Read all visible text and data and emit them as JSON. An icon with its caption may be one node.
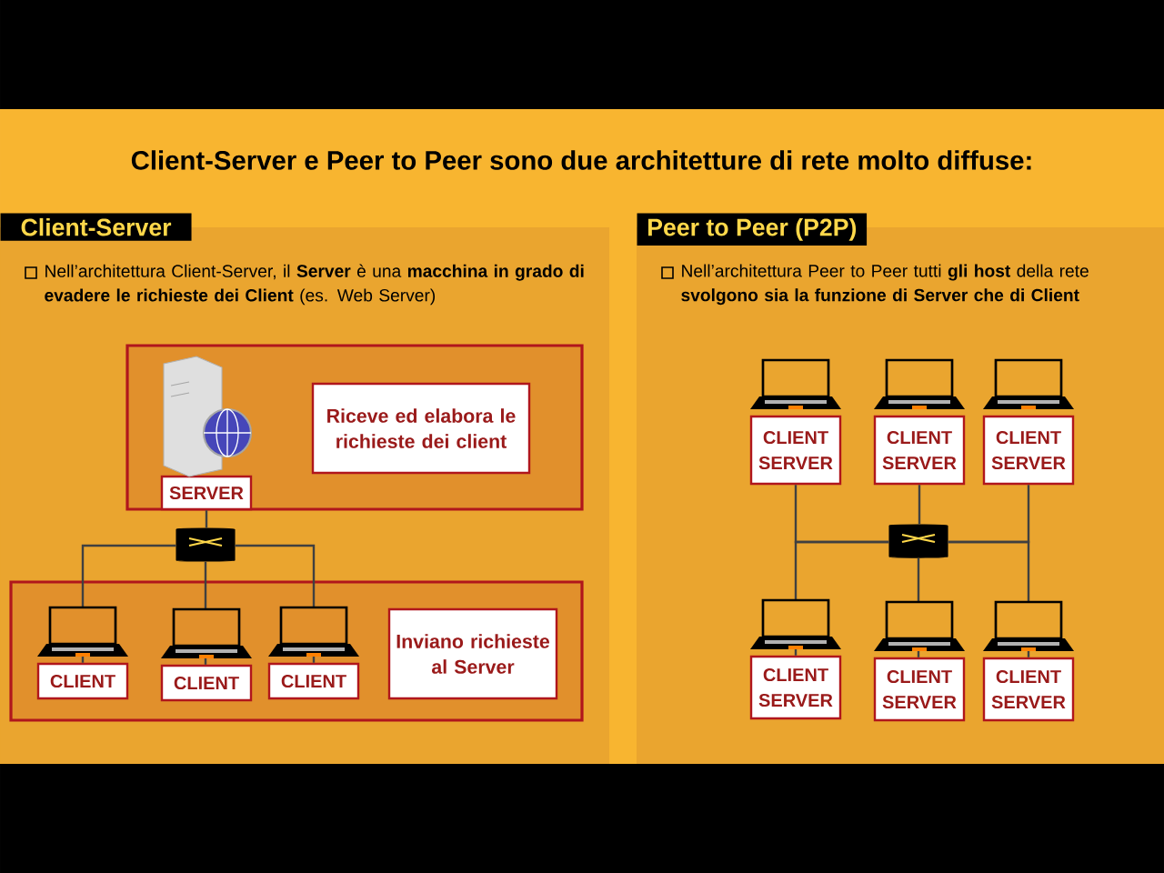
{
  "diagram": {
    "title": "Client-Server e Peer to Peer sono due architetture di rete molto diffuse:",
    "nodes": [
      {
        "text": [
          "Client-Server",
          "Nell’architettura Client-Server, il **Server** è una **macchina in grado di evadere le richieste dei Client** (es. Web Server)"
        ]
      },
      {
        "text": [],
        "shape": "box",
        "in": 0
      },
      {
        "text": [
          "SERVER"
        ],
        "in": 1
      },
      {
        "text": [
          "Riceve ed elabora le richieste dei client"
        ],
        "in": 1
      },
      {
        "text": [],
        "shape": "cylinder",
        "in": 0
      },
      {
        "text": [],
        "shape": "box",
        "in": 0
      },
      {
        "text": [
          "CLIENT"
        ],
        "in": 5
      },
      {
        "text": [
          "CLIENT"
        ],
        "in": 5
      },
      {
        "text": [
          "CLIENT"
        ],
        "in": 5
      },
      {
        "text": [
          "Inviano richieste al Server"
        ],
        "in": 5
      },
      {
        "text": [
          "Peer to Peer (P2P)",
          "Nell’architettura Peer to Peer tutti **gli host** della rete **svolgono sia la funzione di Server che di Client**"
        ]
      },
      {
        "text": [
          "CLIENT SERVER"
        ],
        "in": 10
      },
      {
        "text": [
          "CLIENT SERVER"
        ],
        "in": 10
      },
      {
        "text": [
          "CLIENT SERVER"
        ],
        "in": 10
      },
      {
        "text": [],
        "shape": "cylinder",
        "in": 10
      },
      {
        "text": [
          "CLIENT SERVER"
        ],
        "in": 10
      },
      {
        "text": [
          "CLIENT SERVER"
        ],
        "in": 10
      },
      {
        "text": [
          "CLIENT SERVER"
        ],
        "in": 10
      }
    ],
    "edges": [
      {
        "from": 2,
        "to": 4,
        "arrow": "none"
      },
      {
        "from": 4,
        "to": 6,
        "arrow": "none"
      },
      {
        "from": 4,
        "to": 7,
        "arrow": "none"
      },
      {
        "from": 4,
        "to": 8,
        "arrow": "none"
      },
      {
        "from": 11,
        "to": 14,
        "arrow": "none"
      },
      {
        "from": 12,
        "to": 14,
        "arrow": "none"
      },
      {
        "from": 13,
        "to": 14,
        "arrow": "none"
      },
      {
        "from": 14,
        "to": 15,
        "arrow": "none"
      },
      {
        "from": 14,
        "to": 16,
        "arrow": "none"
      },
      {
        "from": 14,
        "to": 17,
        "arrow": "none"
      }
    ]
  }
}
